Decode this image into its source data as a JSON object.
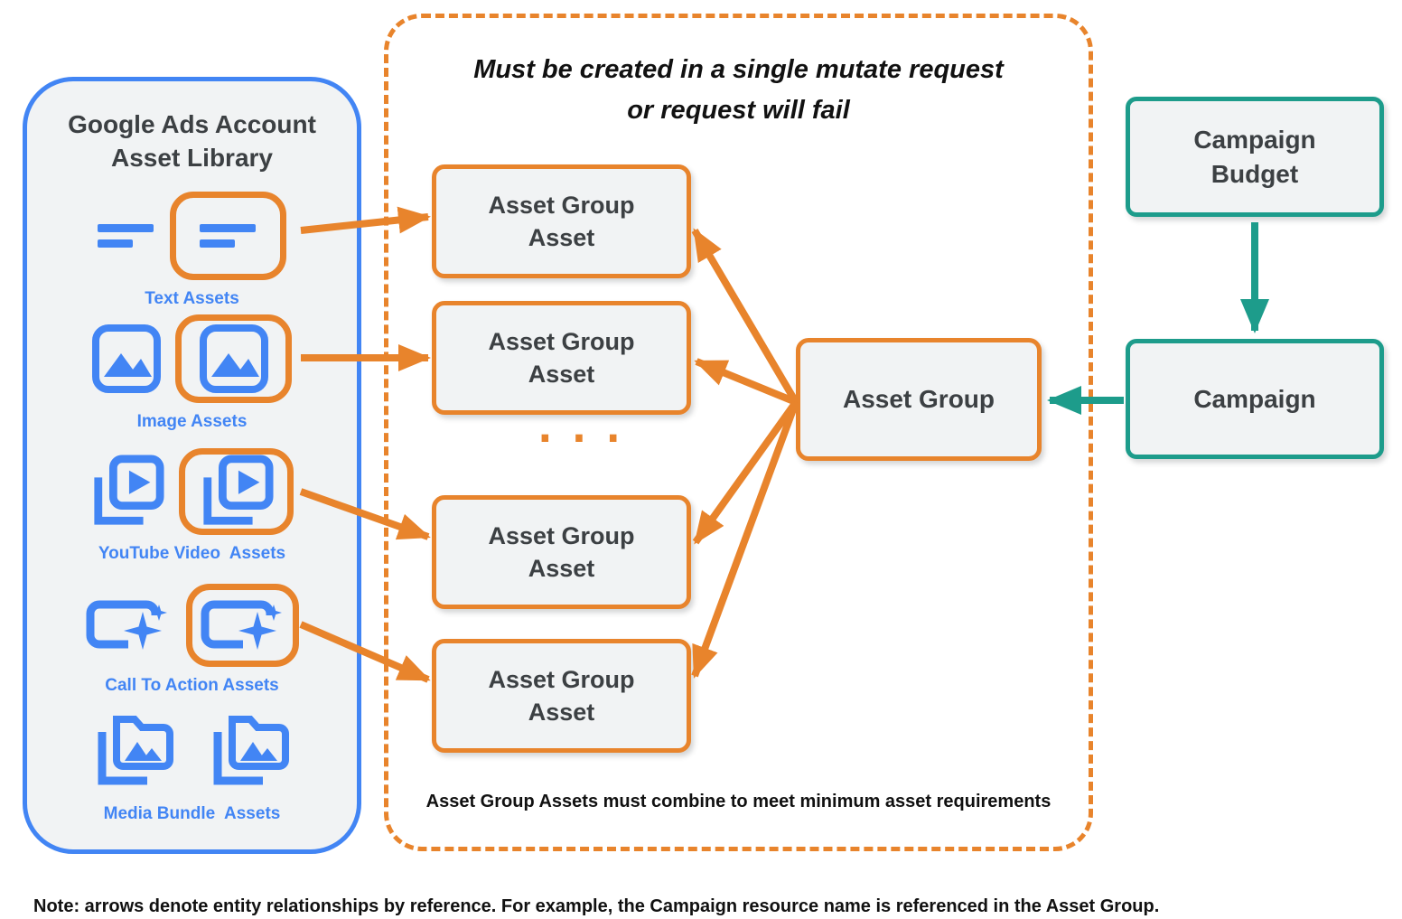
{
  "colors": {
    "blue": "#4285F4",
    "orange": "#E8842C",
    "teal": "#1D9C8B",
    "box_fill": "#F1F3F4",
    "dark_text": "#3C4043",
    "black_text": "#111111"
  },
  "asset_library": {
    "title": "Google Ads Account\nAsset Library",
    "items": [
      {
        "label": "Text Assets",
        "icon": "text-lines-icon",
        "highlighted": true
      },
      {
        "label": "Image Assets",
        "icon": "image-icon",
        "highlighted": true
      },
      {
        "label": "YouTube Video  Assets",
        "icon": "video-stack-icon",
        "highlighted": true
      },
      {
        "label": "Call To Action Assets",
        "icon": "cta-sparkle-icon",
        "highlighted": true
      },
      {
        "label": "Media Bundle  Assets",
        "icon": "media-bundle-folder-icon",
        "highlighted": false
      }
    ]
  },
  "mutate_container": {
    "title": "Must be created in a single mutate request\nor request will fail",
    "asset_group_asset_label": "Asset Group\nAsset",
    "ellipsis": "...",
    "asset_group_label": "Asset Group",
    "footnote": "Asset Group Assets must combine to meet minimum asset requirements"
  },
  "campaign_section": {
    "budget_label": "Campaign\nBudget",
    "campaign_label": "Campaign"
  },
  "note": {
    "text": "Note: arrows denote entity relationships by reference. For example, the Campaign resource name is referenced in the Asset Group."
  }
}
